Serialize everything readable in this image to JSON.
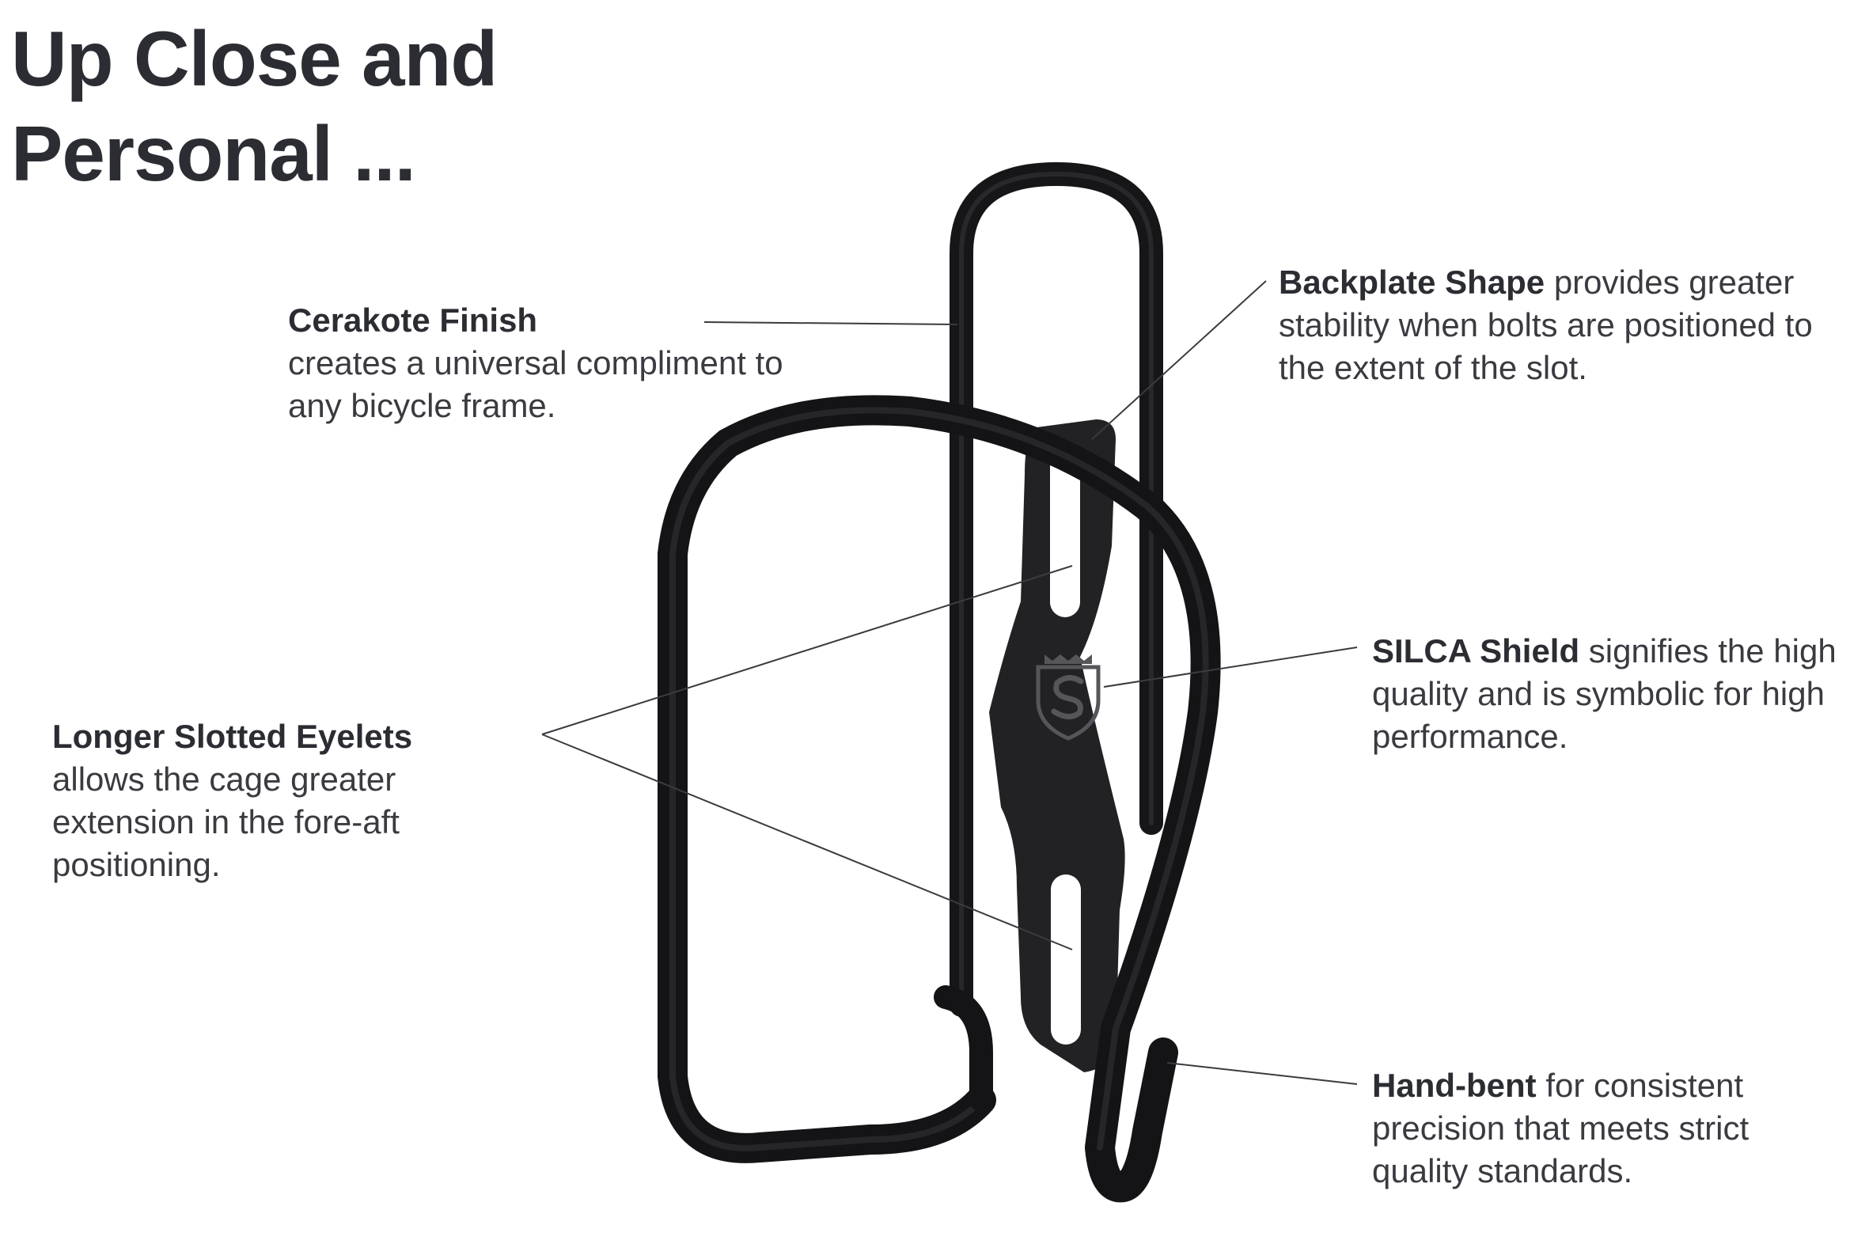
{
  "title": "Up Close and Personal ...",
  "callouts": {
    "cerakote": {
      "heading": "Cerakote Finish",
      "body": "creates a universal compliment to any bicycle frame."
    },
    "backplate": {
      "heading": "Backplate Shape",
      "body": " provides greater stability when bolts are positioned to the extent of the slot."
    },
    "shield": {
      "heading": "SILCA Shield",
      "body": " signifies the high quality and is symbolic for high performance."
    },
    "eyelets": {
      "heading": "Longer Slotted Eyelets",
      "body": "allows the cage greater extension in the fore-aft positioning."
    },
    "handbent": {
      "heading": "Hand-bent",
      "body": " for consistent precision that meets strict quality standards."
    }
  },
  "colors": {
    "text": "#2b2d33",
    "cage": "#1c1c1e",
    "leader_line": "#3a3b40"
  },
  "icons": {
    "shield_logo": "silca-shield-icon"
  }
}
